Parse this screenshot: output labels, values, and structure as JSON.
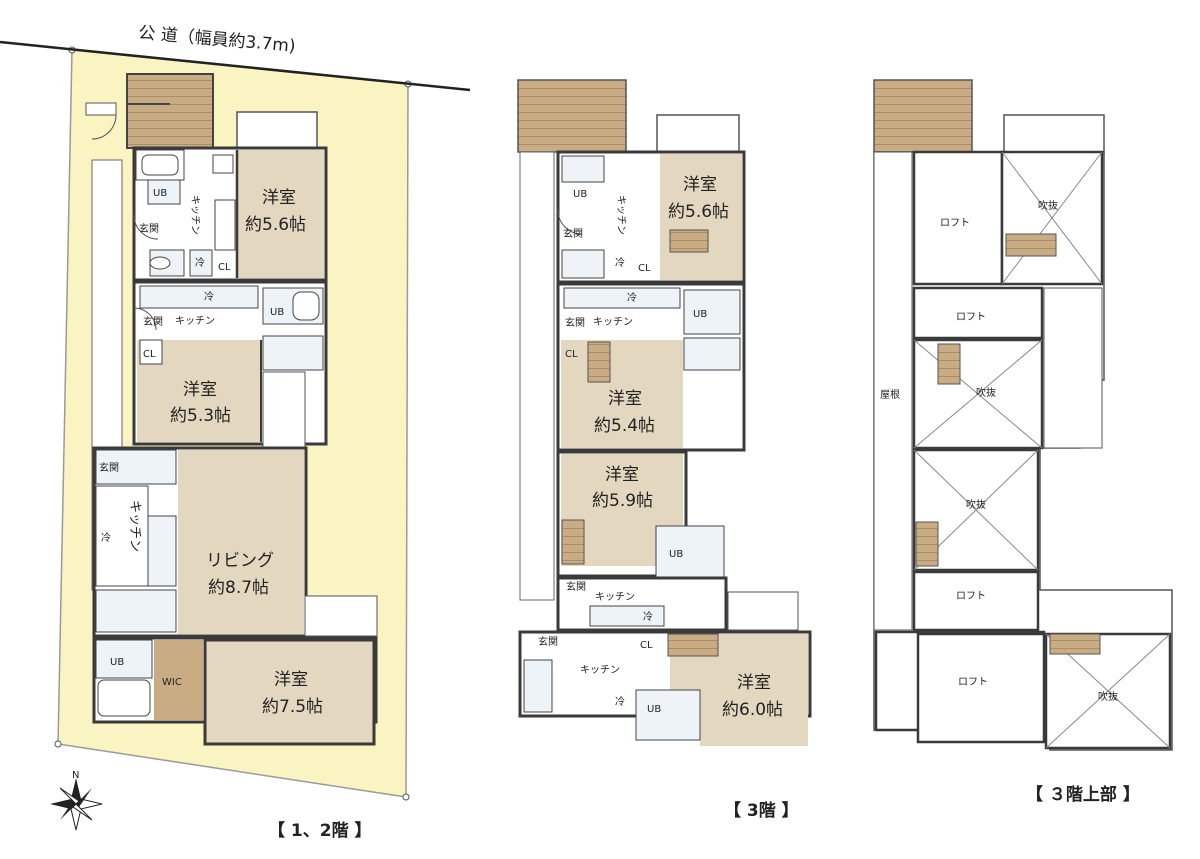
{
  "road_label": "公 道（幅員約3.7m)",
  "compass": "N",
  "captions": {
    "floor12": "【 1、2階 】",
    "floor3": "【 3階 】",
    "floor3upper": "【 ３階上部 】"
  },
  "floor12": {
    "room_a": {
      "name": "洋室",
      "size": "約5.6帖"
    },
    "room_b": {
      "name": "洋室",
      "size": "約5.3帖"
    },
    "living": {
      "name": "リビング",
      "size": "約8.7帖"
    },
    "room_c": {
      "name": "洋室",
      "size": "約7.5帖"
    },
    "kitchen_a": "キッチン",
    "kitchen_b": "キッチン",
    "kitchen_c": "キッチン",
    "ub_a": "UB",
    "ub_b": "UB",
    "ub_c": "UB",
    "entry_a": "玄関",
    "entry_b": "玄関",
    "entry_c": "玄関",
    "cl_a": "CL",
    "cl_b": "CL",
    "fridge_a": "冷",
    "fridge_b": "冷",
    "fridge_c": "冷",
    "wic": "WIC"
  },
  "floor3": {
    "room_a": {
      "name": "洋室",
      "size": "約5.6帖"
    },
    "room_b": {
      "name": "洋室",
      "size": "約5.4帖"
    },
    "room_c": {
      "name": "洋室",
      "size": "約5.9帖"
    },
    "room_d": {
      "name": "洋室",
      "size": "約6.0帖"
    },
    "kitchen_a": "キッチン",
    "kitchen_b": "キッチン",
    "kitchen_c": "キッチン",
    "kitchen_d": "キッチン",
    "ub_a": "UB",
    "ub_b": "UB",
    "ub_c": "UB",
    "ub_d": "UB",
    "entry_a": "玄関",
    "entry_b": "玄関",
    "entry_c": "玄関",
    "entry_d": "玄関",
    "cl_a": "CL",
    "cl_b": "CL",
    "cl_d": "CL",
    "fridge_a": "冷",
    "fridge_b": "冷",
    "fridge_c": "冷",
    "fridge_d": "冷"
  },
  "floor3upper": {
    "roof": "屋根",
    "loft_1": "ロフト",
    "void_1": "吹抜",
    "loft_2": "ロフト",
    "void_2": "吹抜",
    "void_3": "吹抜",
    "loft_3": "ロフト",
    "loft_4": "ロフト",
    "void_4": "吹抜"
  }
}
